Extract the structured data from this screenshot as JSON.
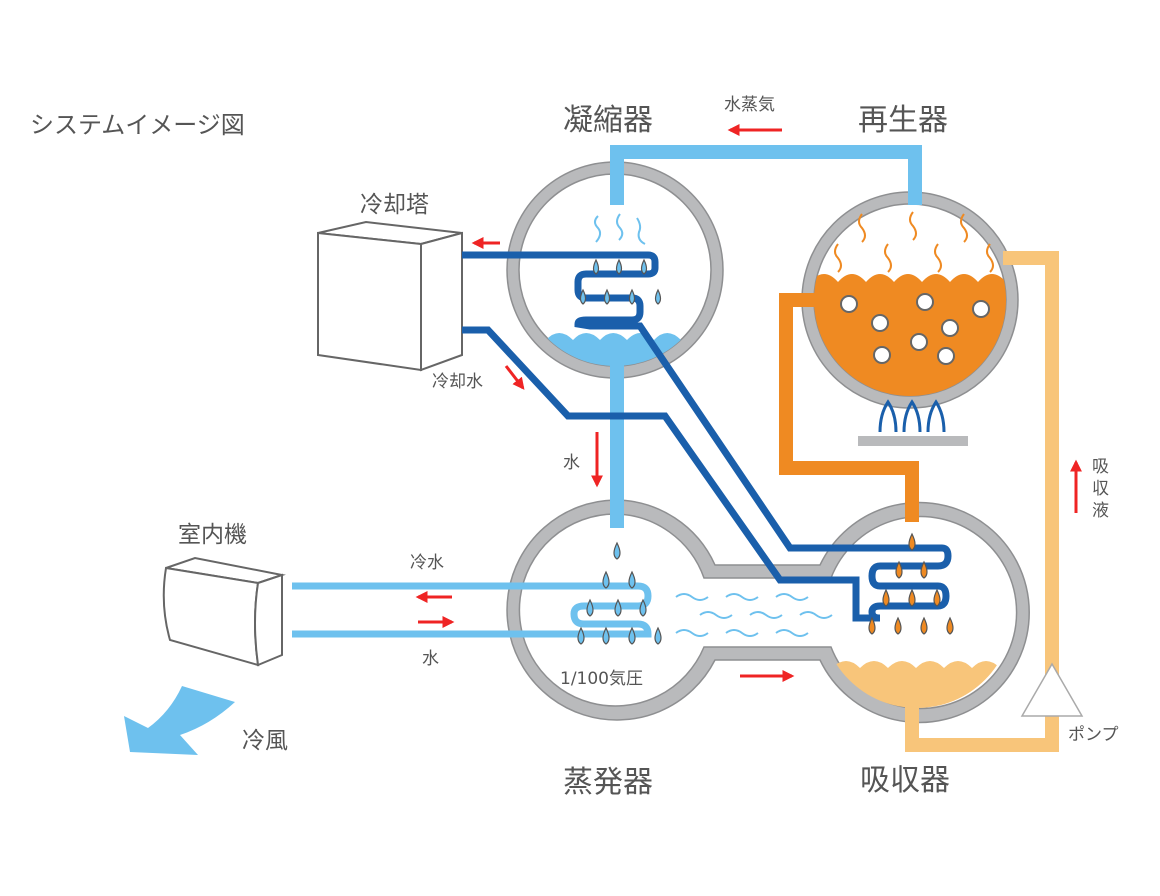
{
  "title": "システムイメージ図",
  "components": {
    "condenser": "凝縮器",
    "regenerator": "再生器",
    "evaporator": "蒸発器",
    "absorber": "吸収器",
    "cooling_tower": "冷却塔",
    "indoor_unit": "室内機"
  },
  "flow_labels": {
    "water_vapor": "水蒸気",
    "cooling_water": "冷却水",
    "water_down": "水",
    "chilled_water": "冷水",
    "return_water": "水",
    "cold_air": "冷風",
    "pressure": "1/100気圧",
    "absorbent_chars": [
      "吸",
      "収",
      "液"
    ],
    "pump": "ポンプ"
  },
  "colors": {
    "light_blue": "#6ec1ee",
    "dark_blue": "#1a5fab",
    "orange": "#ef8a22",
    "light_orange": "#f8c57a",
    "shell_gray": "#b9babc",
    "shell_edge": "#8e8f91",
    "arrow_red": "#ef2424",
    "label_gray": "#555555"
  }
}
